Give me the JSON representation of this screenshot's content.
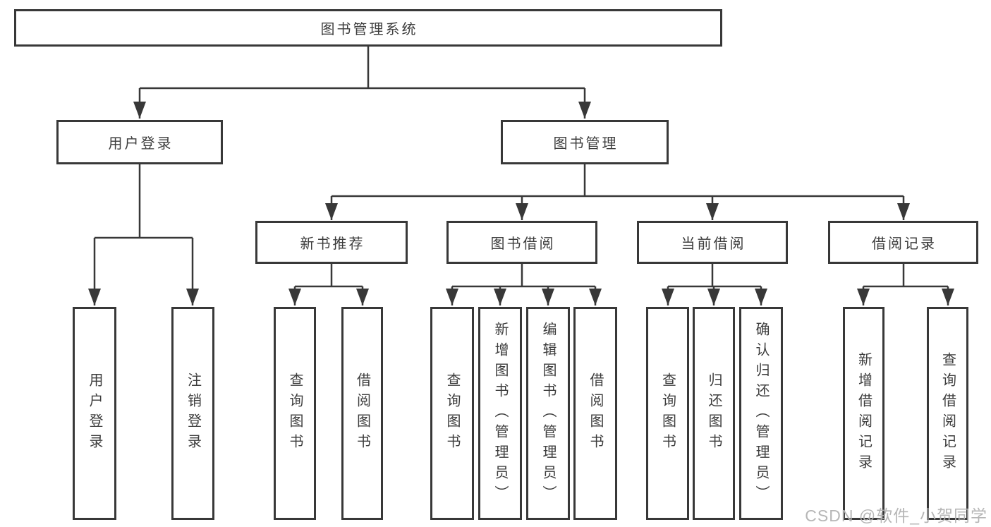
{
  "diagram": {
    "title": "图书管理系统",
    "tree": {
      "label": "图书管理系统",
      "children": [
        {
          "label": "用户登录",
          "children": [
            {
              "label": "用户登录"
            },
            {
              "label": "注销登录"
            }
          ]
        },
        {
          "label": "图书管理",
          "children": [
            {
              "label": "新书推荐",
              "children": [
                {
                  "label": "查询图书"
                },
                {
                  "label": "借阅图书"
                }
              ]
            },
            {
              "label": "图书借阅",
              "children": [
                {
                  "label": "查询图书"
                },
                {
                  "label": "新增图书（管理员）"
                },
                {
                  "label": "编辑图书（管理员）"
                },
                {
                  "label": "借阅图书"
                }
              ]
            },
            {
              "label": "当前借阅",
              "children": [
                {
                  "label": "查询图书"
                },
                {
                  "label": "归还图书"
                },
                {
                  "label": "确认归还（管理员）"
                }
              ]
            },
            {
              "label": "借阅记录",
              "children": [
                {
                  "label": "新增借阅记录"
                },
                {
                  "label": "查询借阅记录"
                }
              ]
            }
          ]
        }
      ]
    }
  },
  "watermark": {
    "text": "CSDN @软件_小贺同学"
  },
  "colors": {
    "line": "#383838",
    "box_border": "#383838",
    "text": "#3d3d3d",
    "watermark": "#b2b2b2",
    "background": "#ffffff"
  }
}
